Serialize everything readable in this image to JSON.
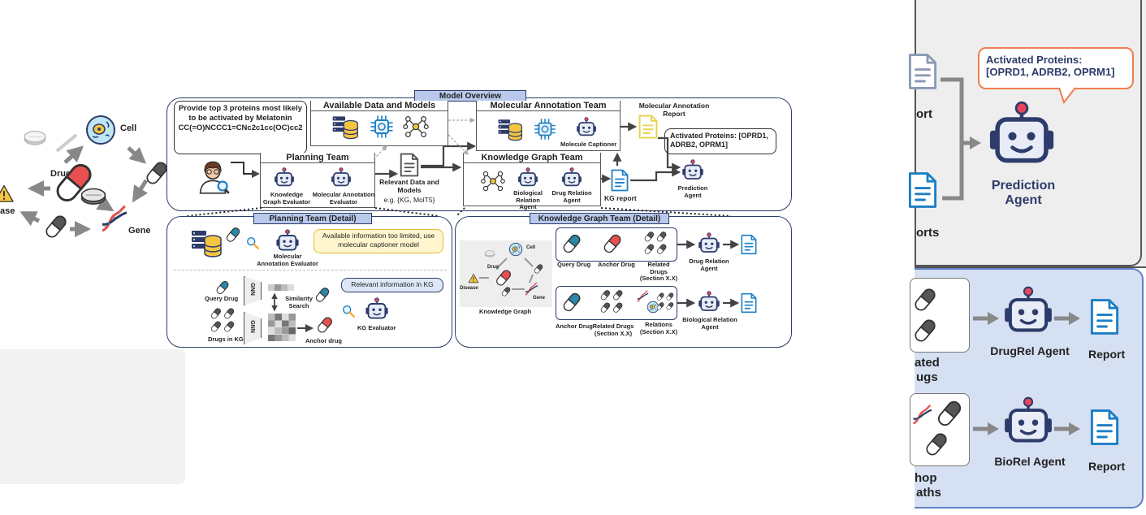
{
  "left": {
    "cell": "Cell",
    "drug": "Drug",
    "disease": "ase",
    "gene": "Gene"
  },
  "overview": {
    "title": "Model Overview",
    "query": "Provide top 3 proteins most likely to be activated by Melatonin CC(=O)NCCC1=CNc2c1cc(OC)cc2",
    "available": "Available Data and Models",
    "planning": "Planning Team",
    "kg_eval": "Knowledge Graph Evaluator",
    "mol_eval": "Molecular Annotation Evaluator",
    "relevant": "Relevant Data and Models",
    "relevant_eg": "e.g. {KG, MolT5}",
    "mol_team": "Molecular Annotation Team",
    "captioner": "Molecule Captioner",
    "mol_report": "Molecular Annotation Report",
    "kg_team": "Knowledge Graph Team",
    "bio_agent": "Biological Relation Agent",
    "drug_agent": "Drug Relation Agent",
    "kg_report": "KG report",
    "activated": "Activated Proteins: [OPRD1, ADRB2, OPRM1]",
    "pred_agent": "Prediction Agent"
  },
  "planning_detail": {
    "title": "Planning Team (Detail)",
    "mol_eval": "Molecular Annotation Evaluator",
    "bubble1": "Available information too limited, use molecular captioner model",
    "query_drug": "Query Drug",
    "gnn": "GNN",
    "similarity": "Similarity Search",
    "drugs_kg": "Drugs in KG",
    "anchor": "Anchor drug",
    "bubble2": "Relevant information in KG",
    "kg_eval": "KG Evaluator"
  },
  "kg_detail": {
    "title": "Knowledge Graph Team (Detail)",
    "kg_label": "Knowledge Graph",
    "kg_cell": "Cell",
    "kg_drug": "Drug",
    "kg_disease": "Disease",
    "kg_gene": "Gene",
    "query_drug": "Query Drug",
    "anchor_drug": "Anchor Drug",
    "related": "Related Drugs (Section X.X)",
    "drug_agent": "Drug Relation Agent",
    "anchor_drug2": "Anchor Drug",
    "related2": "Related Drugs (Section X.X)",
    "relations": "Relations (Section X.X)",
    "bio_agent": "Biological Relation Agent"
  },
  "right": {
    "report_top": "ort",
    "reports": "orts",
    "activated_title": "Activated Proteins:",
    "activated_list": "[OPRD1, ADRB2, OPRM1]",
    "prediction_agent": "Prediction Agent",
    "ated": "ated",
    "ugs": "ugs",
    "drugrel": "DrugRel Agent",
    "report1": "Report",
    "hop": "hop",
    "aths": "aths",
    "biorel": "BioRel Agent",
    "report2": "Report"
  },
  "colors": {
    "navy": "#2d3c6a",
    "tag": "#b9c9ec",
    "orange": "#f07d4f",
    "blue": "#1d7fc4",
    "pill_red": "#e94f4f",
    "pill_teal": "#2a87a6"
  }
}
